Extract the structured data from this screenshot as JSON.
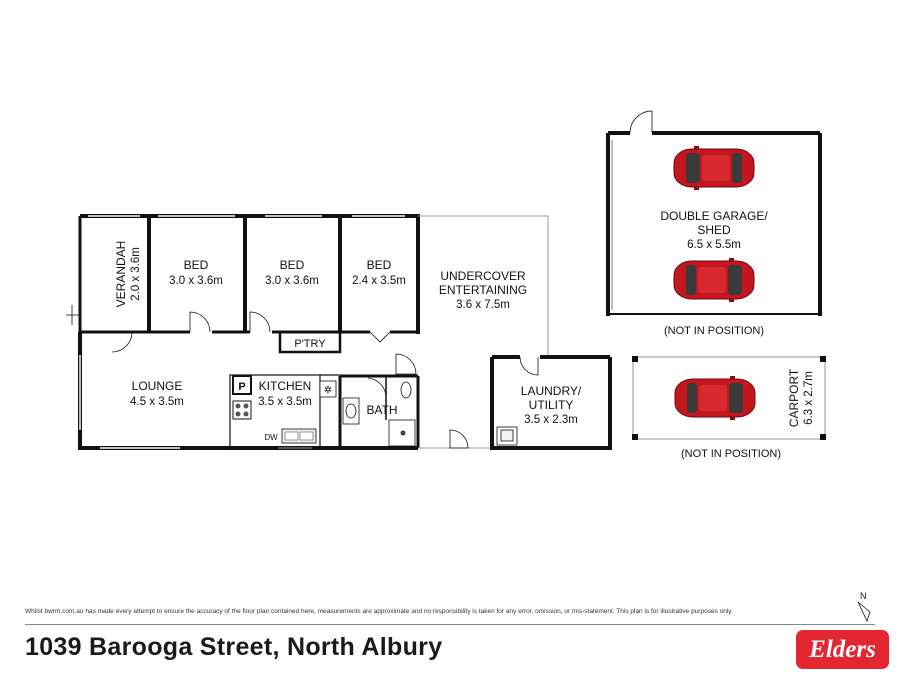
{
  "rooms": {
    "verandah": {
      "name": "VERANDAH",
      "size": "2.0 x 3.6m"
    },
    "bed1": {
      "name": "BED",
      "size": "3.0 x 3.6m"
    },
    "bed2": {
      "name": "BED",
      "size": "3.0 x 3.6m"
    },
    "bed3": {
      "name": "BED",
      "size": "2.4 x 3.5m"
    },
    "undercover": {
      "name_line1": "UNDERCOVER",
      "name_line2": "ENTERTAINING",
      "size": "3.6 x 7.5m"
    },
    "pantry": {
      "name": "P'TRY"
    },
    "lounge": {
      "name": "LOUNGE",
      "size": "4.5 x 3.5m"
    },
    "kitchen": {
      "name": "KITCHEN",
      "size": "3.5 x 3.5m"
    },
    "bath": {
      "name": "BATH"
    },
    "laundry": {
      "name_line1": "LAUNDRY/",
      "name_line2": "UTILITY",
      "size": "3.5 x 2.3m"
    },
    "garage": {
      "name_line1": "DOUBLE GARAGE/",
      "name_line2": "SHED",
      "size": "6.5 x 5.5m"
    },
    "carport": {
      "name": "CARPORT",
      "size": "6.3 x 2.7m"
    }
  },
  "fixtures": {
    "pantry_symbol": "P",
    "dishwasher": "DW"
  },
  "notes": {
    "garage_position": "(NOT IN POSITION)",
    "carport_position": "(NOT IN POSITION)"
  },
  "compass": {
    "north": "N"
  },
  "footer": {
    "disclaimer": "Whilst bwrm.com.au has made every attempt to ensure the accuracy of the floor plan contained here, measurements are approximate and no responsibility is taken for any error, omission, or mis-statement. This plan is for illustrative purposes only.",
    "address": "1039 Barooga Street, North Albury",
    "logo_text": "Elders"
  },
  "colors": {
    "wall": "#111111",
    "window": "#bfbfbf",
    "car_body": "#c4161c",
    "logo_red": "#e3262f"
  }
}
